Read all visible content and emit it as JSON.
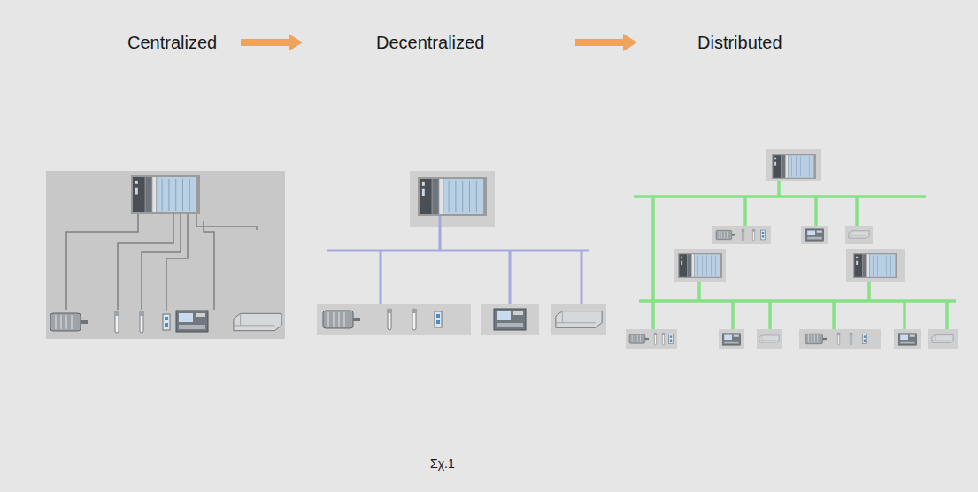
{
  "diagram": {
    "caption": "Σχ.1",
    "labels": [
      "Centralized",
      "Decentralized",
      "Distributed"
    ]
  }
}
